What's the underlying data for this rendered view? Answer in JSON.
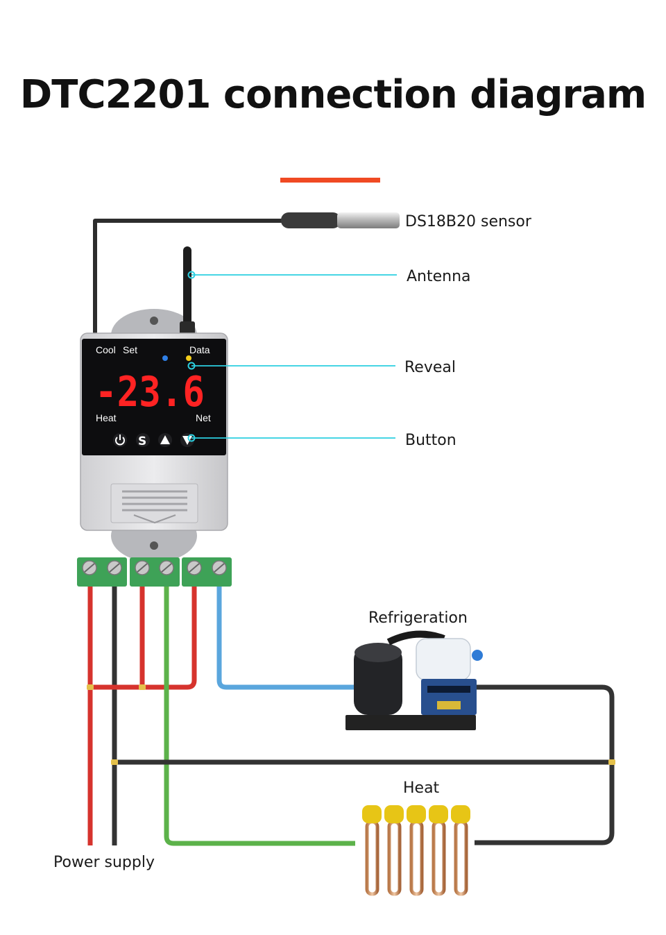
{
  "title": "DTC2201 connection diagram",
  "colors": {
    "accent": "#f04a23",
    "wire_red": "#d6332d",
    "wire_black": "#333333",
    "wire_green": "#5cb24a",
    "wire_blue": "#5aa6dd",
    "callout": "#2ccfe0"
  },
  "labels": {
    "sensor": "DS18B20 sensor",
    "antenna": "Antenna",
    "reveal": "Reveal",
    "button": "Button",
    "refrigeration": "Refrigeration",
    "heat": "Heat",
    "power_supply": "Power supply"
  },
  "device": {
    "cool": "Cool",
    "set": "Set",
    "data": "Data",
    "heat": "Heat",
    "net": "Net",
    "reading": "-23.6",
    "buttons": [
      "power-icon",
      "S",
      "up-triangle-icon",
      "down-triangle-icon"
    ]
  }
}
